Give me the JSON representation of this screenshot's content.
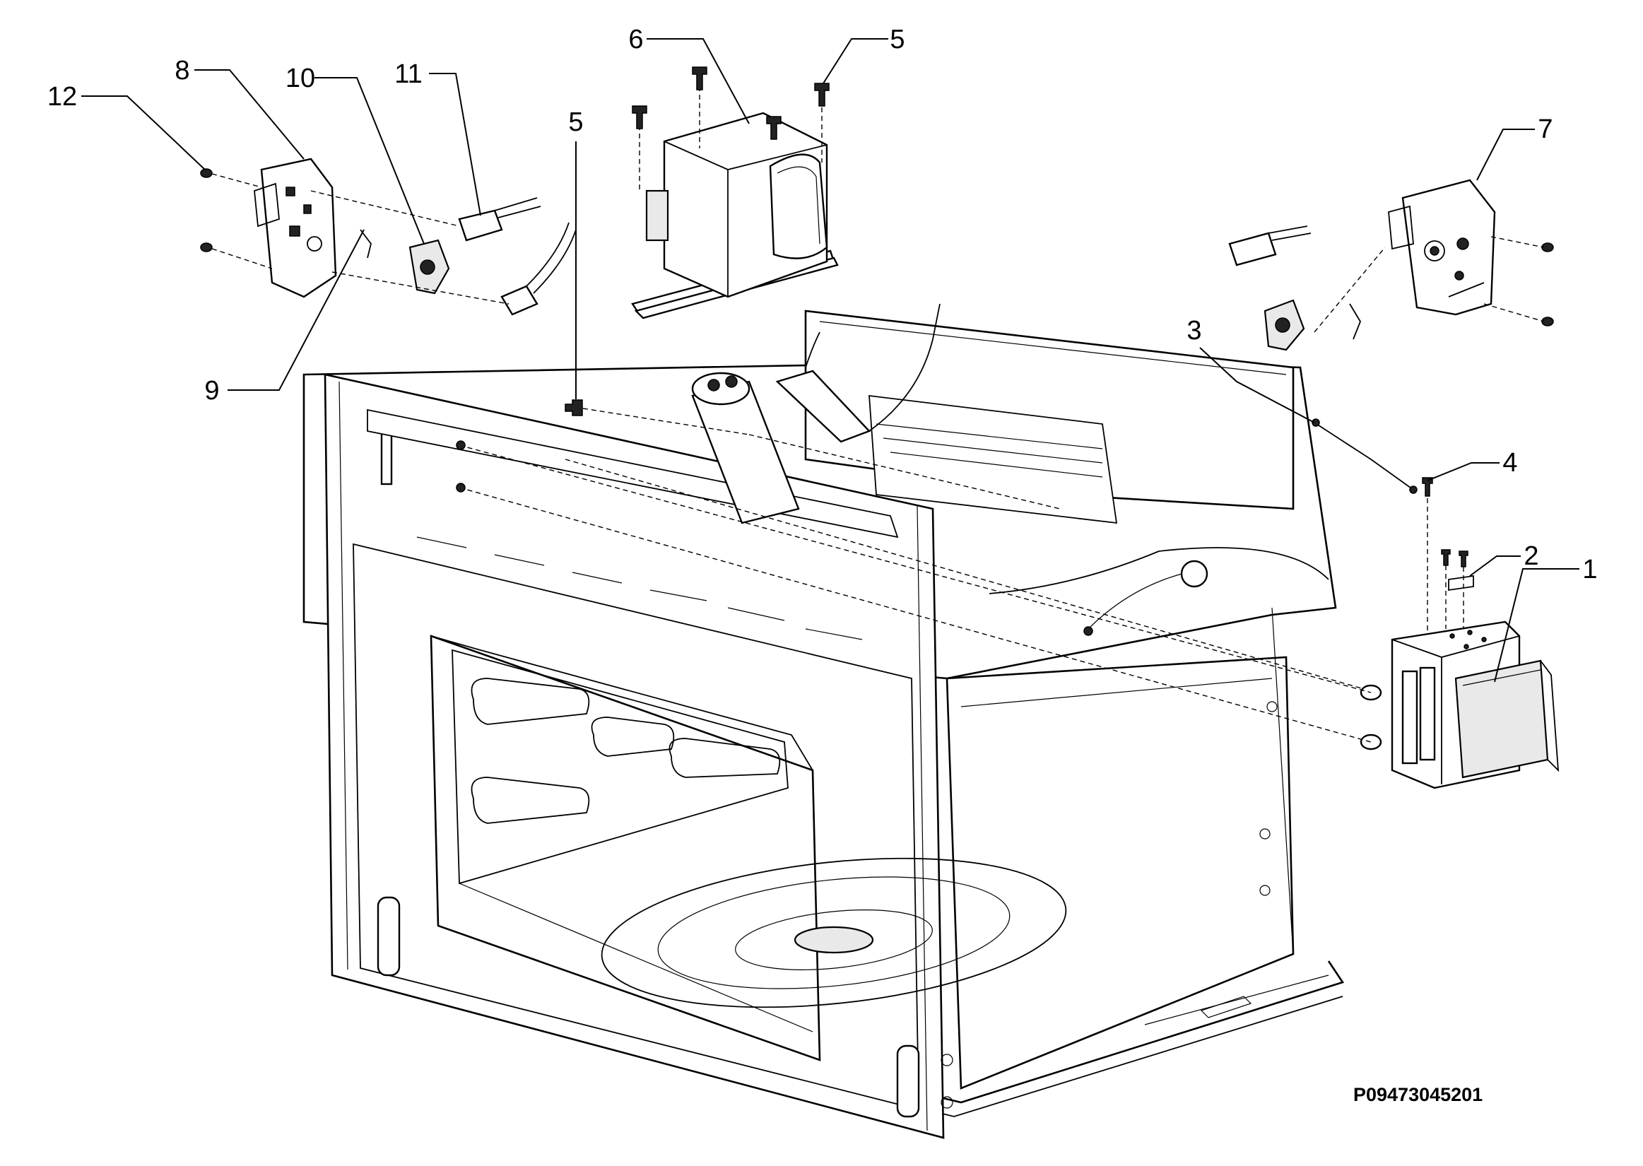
{
  "callouts": [
    {
      "label": "1"
    },
    {
      "label": "2"
    },
    {
      "label": "3"
    },
    {
      "label": "4"
    },
    {
      "label": "5"
    },
    {
      "label": "5"
    },
    {
      "label": "6"
    },
    {
      "label": "7"
    },
    {
      "label": "8"
    },
    {
      "label": "9"
    },
    {
      "label": "10"
    },
    {
      "label": "11"
    },
    {
      "label": "12"
    }
  ],
  "drawing_code": "P09473045201"
}
